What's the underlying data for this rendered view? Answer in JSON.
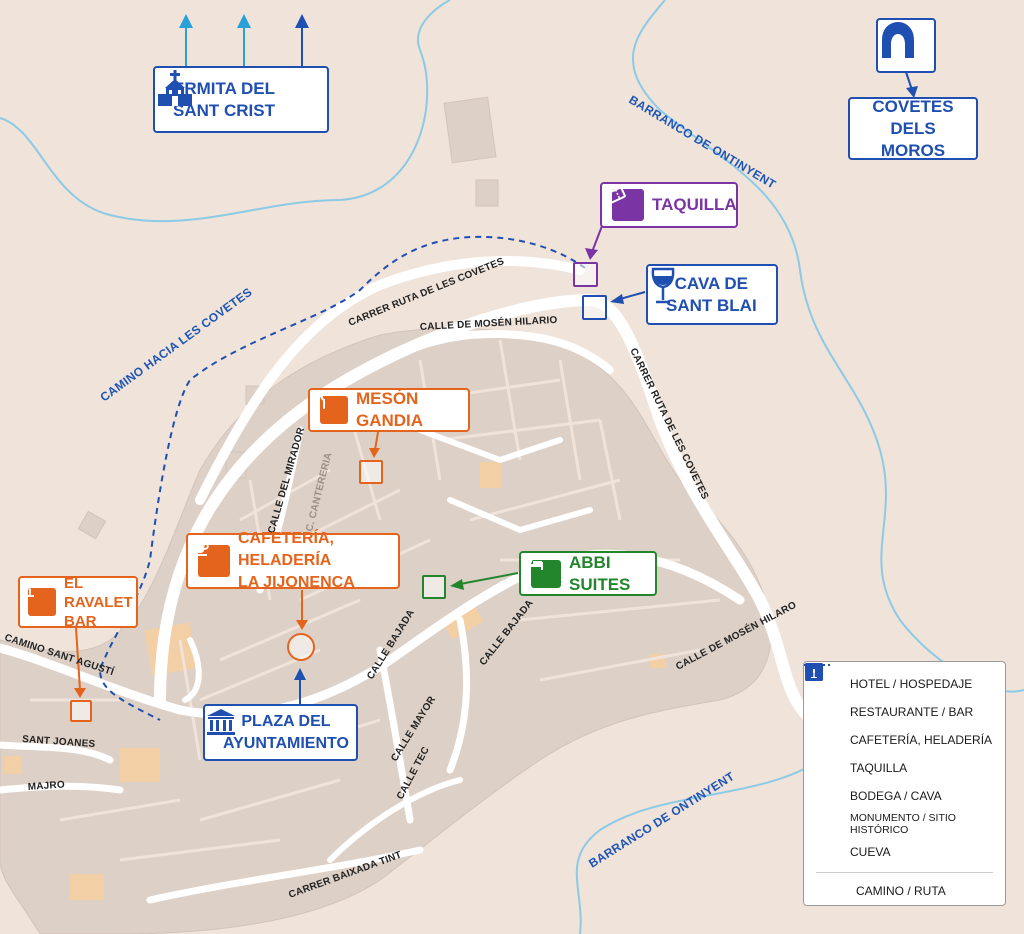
{
  "map": {
    "colors": {
      "water": "#8ccae6",
      "road": "#ffffff",
      "building": "#ddd0c7",
      "land": "#efe3da",
      "blue": "#1f4fb0",
      "orange": "#e4641d",
      "green": "#23862d",
      "purple": "#7a34a3"
    },
    "water_labels": [
      "BARRANCO DE ONTINYENT",
      "BARRANCO DE ONTINYENT"
    ],
    "route_label": "CAMINO HACIA LES COVETES",
    "streets": [
      "CARRER RUTA DE LES COVETES",
      "CALLE DE MOSÉN HILARIO",
      "CARRER RUTA DE LES COVETES",
      "CALLE DEL MIRADOR",
      "C. CANTERERIA",
      "CAMINO SANT AGUSTÍ",
      "SANT JOANES",
      "MAJRO",
      "CALLE BAJADA",
      "CALLE BAJADA",
      "CALLE MAYOR",
      "CALLE TEC",
      "CARRER BAIXADA TINT",
      "CALLE DE MOSÉN HILARO"
    ],
    "pois": {
      "ermita": {
        "line1": "ERMITA DEL",
        "line2": "SANT CRIST",
        "icon": "church-icon"
      },
      "covetes": {
        "line1": "COVETES",
        "line2": "DELS MOROS",
        "icon": "cave-icon"
      },
      "taquilla": {
        "line1": "TAQUILLA",
        "icon": "ticket-icon"
      },
      "cava": {
        "line1": "CAVA DE",
        "line2": "SANT BLAI",
        "icon": "wine-glass-icon"
      },
      "meson": {
        "line1": "MESÓN GANDIA",
        "icon": "fork-knife-icon"
      },
      "cafeteria": {
        "line1": "CAFETERÍA, HELADERÍA",
        "line2": "LA JIJONENCA",
        "icon": "coffee-cup-icon"
      },
      "abbi": {
        "line1": "ABBI SUITES",
        "icon": "bed-icon"
      },
      "ravalet": {
        "line1": "EL RAVALET",
        "line2": "BAR",
        "icon": "cocktail-icon"
      },
      "plaza": {
        "line1": "PLAZA DEL",
        "line2": "AYUNTAMIENTO",
        "icon": "monument-icon"
      }
    },
    "legend": {
      "items": [
        {
          "label": "HOTEL / HOSPEDAJE",
          "icon": "bed-icon"
        },
        {
          "label": "RESTAURANTE / BAR",
          "icon": "fork-knife-icon"
        },
        {
          "label": "CAFETERÍA, HELADERÍA",
          "icon": "coffee-cup-icon"
        },
        {
          "label": "TAQUILLA",
          "icon": "ticket-icon"
        },
        {
          "label": "BODEGA / CAVA",
          "icon": "wine-glass-icon"
        },
        {
          "label": "MONUMENTO / SITIO HISTÓRICO",
          "icon": "monument-icon"
        },
        {
          "label": "CUEVA",
          "icon": "cave-icon"
        }
      ],
      "route": "CAMINO / RUTA"
    }
  }
}
